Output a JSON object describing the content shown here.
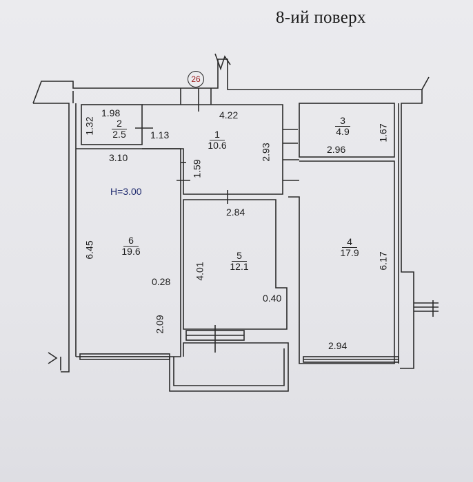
{
  "title": "8-ий поверх",
  "axis_marker": "26",
  "ceiling_height": "H=3.00",
  "rooms": [
    {
      "num": "1",
      "area": "10.6"
    },
    {
      "num": "2",
      "area": "2.5"
    },
    {
      "num": "3",
      "area": "4.9"
    },
    {
      "num": "4",
      "area": "17.9"
    },
    {
      "num": "5",
      "area": "12.1"
    },
    {
      "num": "6",
      "area": "19.6"
    }
  ],
  "dimensions": {
    "d_198": "1.98",
    "d_132": "1.32",
    "d_113": "1.13",
    "d_422": "4.22",
    "d_310": "3.10",
    "d_159": "1.59",
    "d_293": "2.93",
    "d_296": "2.96",
    "d_167": "1.67",
    "d_284": "2.84",
    "d_645": "6.45",
    "d_401": "4.01",
    "d_617": "6.17",
    "d_028": "0.28",
    "d_040": "0.40",
    "d_209": "2.09",
    "d_294": "2.94"
  }
}
